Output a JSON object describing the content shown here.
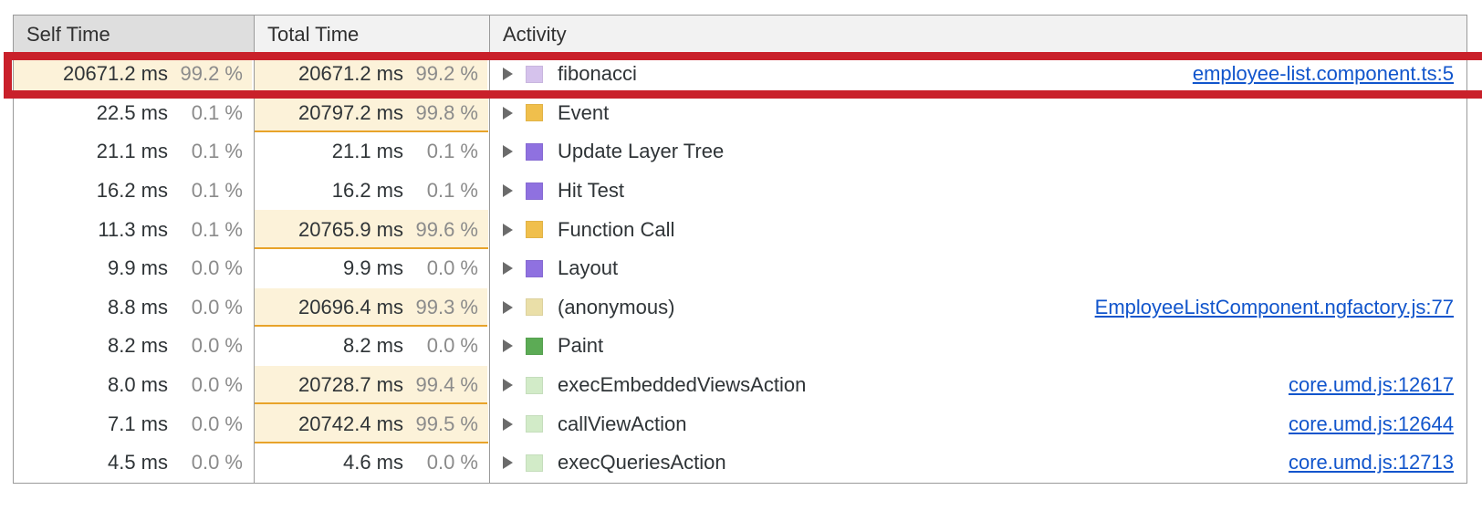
{
  "panel": {
    "name": "bottom-up-call-tree",
    "columns": [
      {
        "key": "self_time",
        "label": "Self Time",
        "sorted": true
      },
      {
        "key": "total_time",
        "label": "Total Time",
        "sorted": false
      },
      {
        "key": "activity",
        "label": "Activity",
        "sorted": false
      }
    ]
  },
  "colors": {
    "highlight_bg": "#fcf2d9",
    "highlight_underline": "#e8a32a",
    "link": "#1155cc",
    "annotation": "#c9202a",
    "header_bg": "#f2f2f2",
    "header_sorted_bg": "#dedede",
    "text": "#2f3437",
    "percent_text": "#8b8b8b"
  },
  "annotation": {
    "name": "red-highlight-box",
    "targets_row_index": 0
  },
  "rows": [
    {
      "self_time": "20671.2 ms",
      "self_pct": "99.2 %",
      "self_bar_pct": 99.2,
      "total_time": "20671.2 ms",
      "total_pct": "99.2 %",
      "total_bar_pct": 99.2,
      "activity": "fibonacci",
      "swatch": "#d5c2ec",
      "link": "employee-list.component.ts:5",
      "highlighted": true
    },
    {
      "self_time": "22.5 ms",
      "self_pct": "0.1 %",
      "self_bar_pct": 0,
      "total_time": "20797.2 ms",
      "total_pct": "99.8 %",
      "total_bar_pct": 99.8,
      "activity": "Event",
      "swatch": "#f0bf4c",
      "link": "",
      "highlighted": false
    },
    {
      "self_time": "21.1 ms",
      "self_pct": "0.1 %",
      "self_bar_pct": 0,
      "total_time": "21.1 ms",
      "total_pct": "0.1 %",
      "total_bar_pct": 0,
      "activity": "Update Layer Tree",
      "swatch": "#8f71e0",
      "link": "",
      "highlighted": false
    },
    {
      "self_time": "16.2 ms",
      "self_pct": "0.1 %",
      "self_bar_pct": 0,
      "total_time": "16.2 ms",
      "total_pct": "0.1 %",
      "total_bar_pct": 0,
      "activity": "Hit Test",
      "swatch": "#8f71e0",
      "link": "",
      "highlighted": false
    },
    {
      "self_time": "11.3 ms",
      "self_pct": "0.1 %",
      "self_bar_pct": 0,
      "total_time": "20765.9 ms",
      "total_pct": "99.6 %",
      "total_bar_pct": 99.6,
      "activity": "Function Call",
      "swatch": "#f0bf4c",
      "link": "",
      "highlighted": false
    },
    {
      "self_time": "9.9 ms",
      "self_pct": "0.0 %",
      "self_bar_pct": 0,
      "total_time": "9.9 ms",
      "total_pct": "0.0 %",
      "total_bar_pct": 0,
      "activity": "Layout",
      "swatch": "#8f71e0",
      "link": "",
      "highlighted": false
    },
    {
      "self_time": "8.8 ms",
      "self_pct": "0.0 %",
      "self_bar_pct": 0,
      "total_time": "20696.4 ms",
      "total_pct": "99.3 %",
      "total_bar_pct": 99.3,
      "activity": "(anonymous)",
      "swatch": "#eadfa8",
      "link": "EmployeeListComponent.ngfactory.js:77",
      "highlighted": false
    },
    {
      "self_time": "8.2 ms",
      "self_pct": "0.0 %",
      "self_bar_pct": 0,
      "total_time": "8.2 ms",
      "total_pct": "0.0 %",
      "total_bar_pct": 0,
      "activity": "Paint",
      "swatch": "#5cab55",
      "link": "",
      "highlighted": false
    },
    {
      "self_time": "8.0 ms",
      "self_pct": "0.0 %",
      "self_bar_pct": 0,
      "total_time": "20728.7 ms",
      "total_pct": "99.4 %",
      "total_bar_pct": 99.4,
      "activity": "execEmbeddedViewsAction",
      "swatch": "#d2ebc8",
      "link": "core.umd.js:12617",
      "highlighted": false
    },
    {
      "self_time": "7.1 ms",
      "self_pct": "0.0 %",
      "self_bar_pct": 0,
      "total_time": "20742.4 ms",
      "total_pct": "99.5 %",
      "total_bar_pct": 99.5,
      "activity": "callViewAction",
      "swatch": "#d2ebc8",
      "link": "core.umd.js:12644",
      "highlighted": false
    },
    {
      "self_time": "4.5 ms",
      "self_pct": "0.0 %",
      "self_bar_pct": 0,
      "total_time": "4.6 ms",
      "total_pct": "0.0 %",
      "total_bar_pct": 0,
      "activity": "execQueriesAction",
      "swatch": "#d2ebc8",
      "link": "core.umd.js:12713",
      "highlighted": false
    }
  ]
}
